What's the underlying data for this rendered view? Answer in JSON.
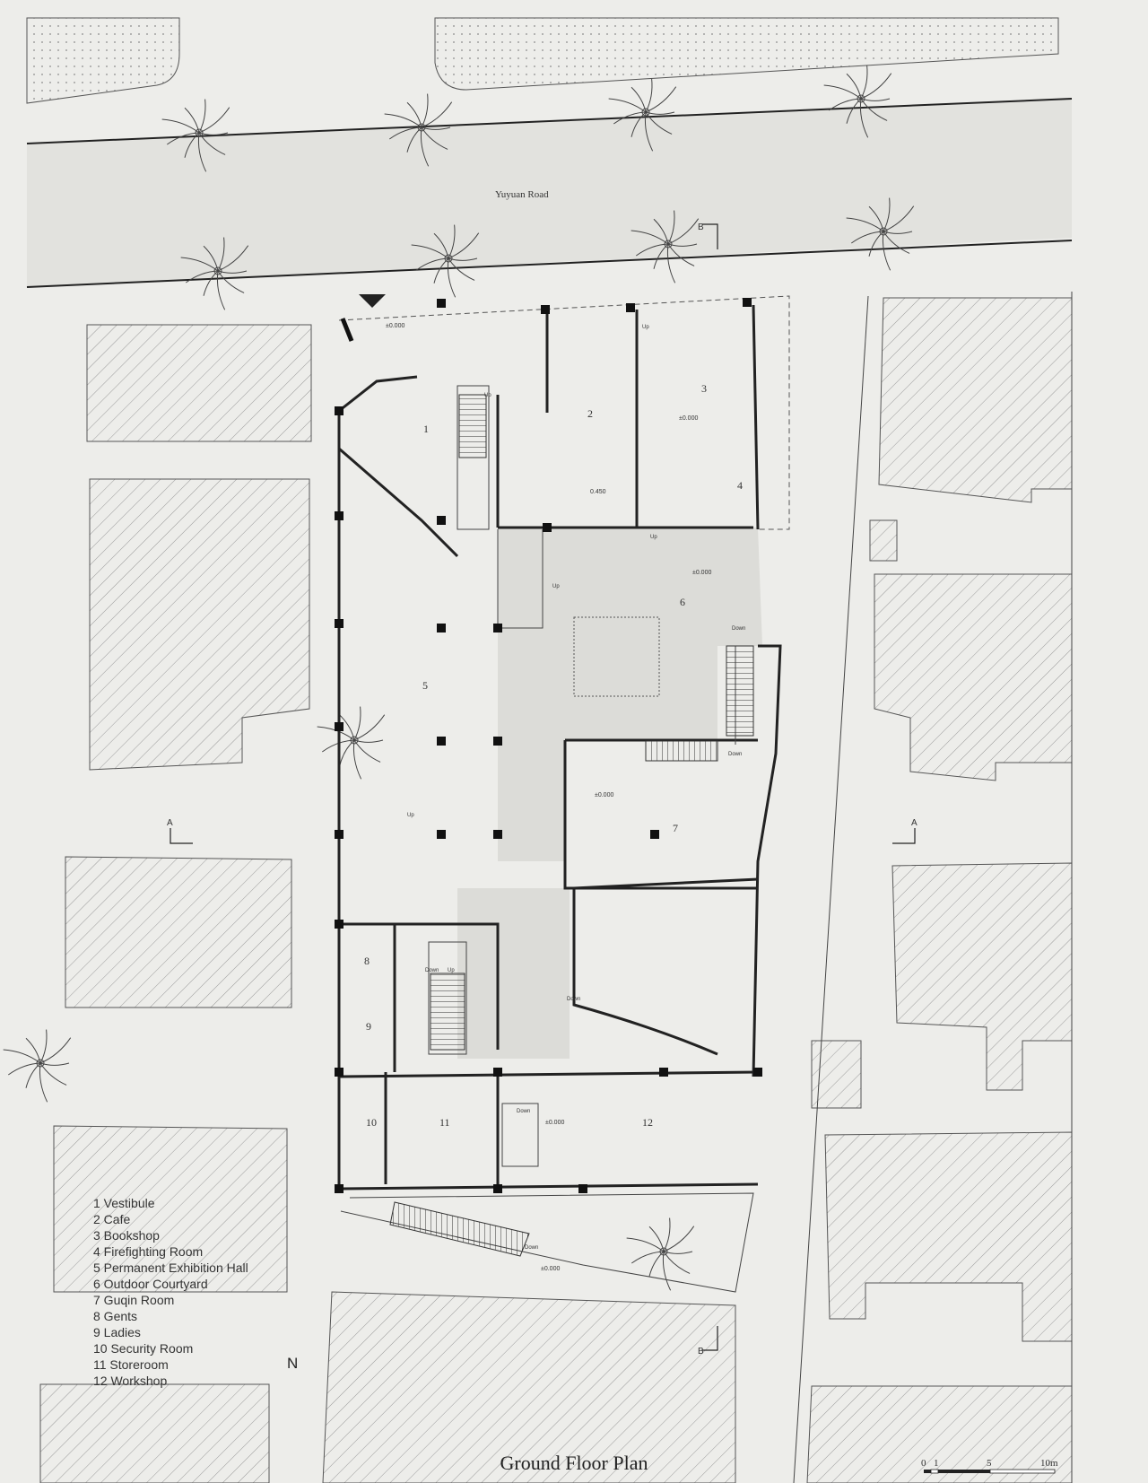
{
  "title": "Ground Floor Plan",
  "road_label": "Yuyuan Road",
  "north_label": "N",
  "section_marks": [
    "A",
    "A",
    "B",
    "B"
  ],
  "level_marks": [
    "±0.000",
    "±0.000",
    "0.450",
    "±0.000",
    "±0.000",
    "±0.000",
    "±0.000"
  ],
  "stair_labels": {
    "up": "Up",
    "down": "Down"
  },
  "room_numbers": [
    "1",
    "2",
    "3",
    "4",
    "5",
    "6",
    "7",
    "8",
    "9",
    "10",
    "11",
    "12"
  ],
  "legend": [
    "1 Vestibule",
    "2 Cafe",
    "3 Bookshop",
    "4 Firefighting Room",
    "5 Permanent Exhibition Hall",
    "6 Outdoor Courtyard",
    "7 Guqin Room",
    "8 Gents",
    "9 Ladies",
    "10 Security Room",
    "11 Storeroom",
    "12 Workshop"
  ],
  "scale_bar": {
    "ticks": [
      "0",
      "1",
      "5",
      "10m"
    ]
  },
  "colors": {
    "paper": "#ededea",
    "line": "#2a2a2a",
    "courtyard": "#dcdcd8",
    "hatch": "#9a9a9a"
  }
}
